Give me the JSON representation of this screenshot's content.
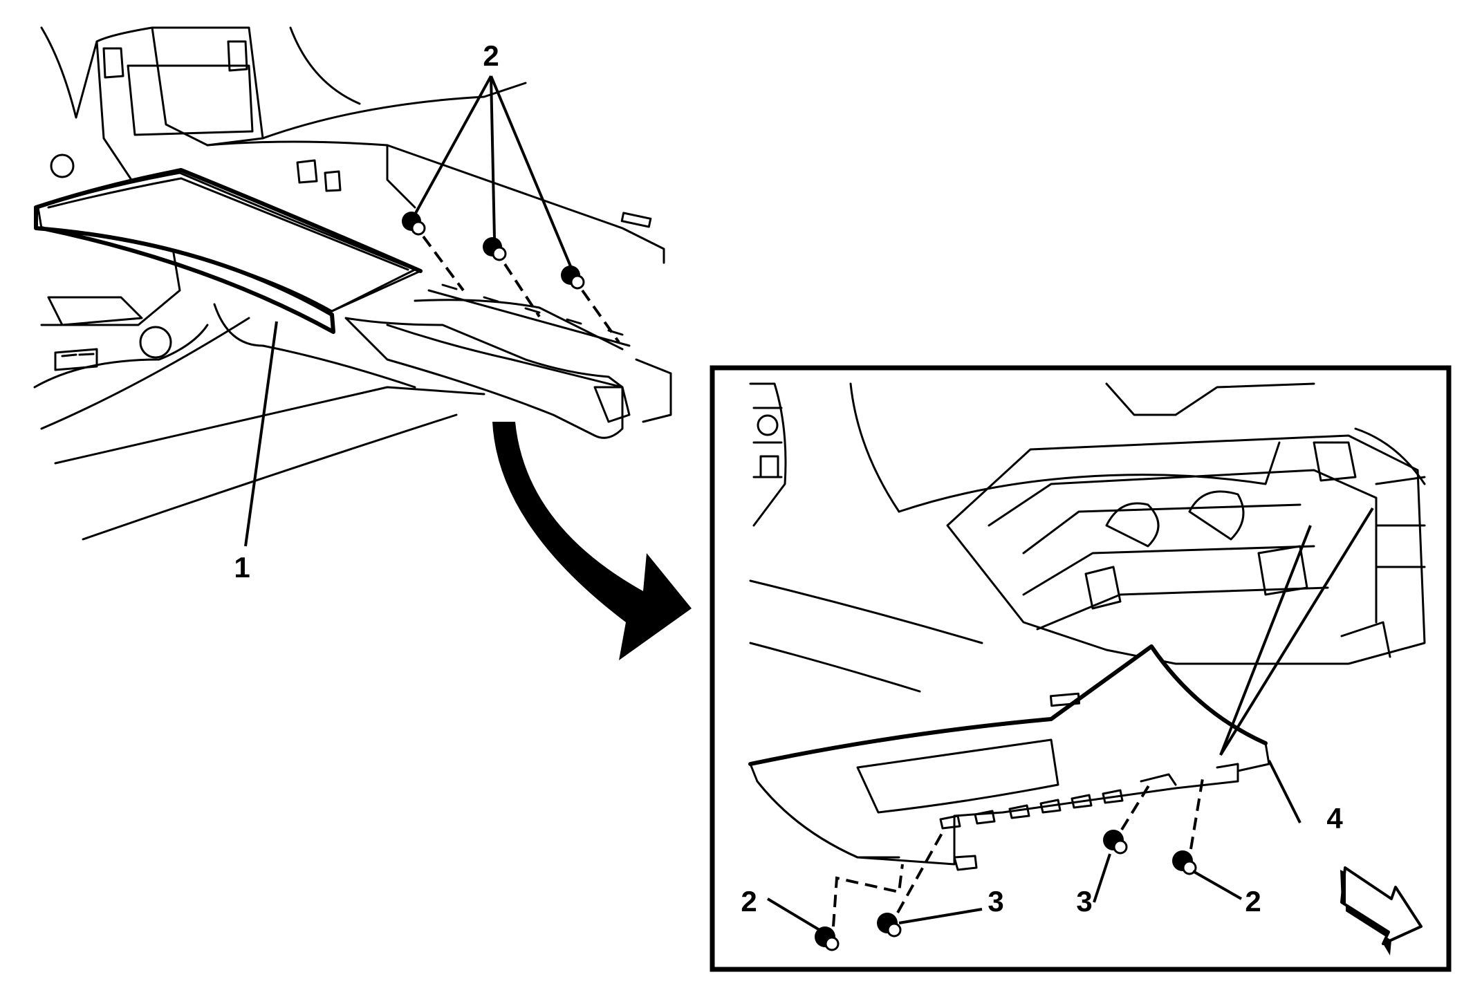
{
  "callouts": {
    "top_2": "2",
    "top_1": "1",
    "inset_4": "4",
    "inset_2_left": "2",
    "inset_3_left": "3",
    "inset_3_right": "3",
    "inset_2_right": "2"
  },
  "colors": {
    "ink": "#000000",
    "paper": "#ffffff"
  },
  "icons": {
    "transition": "curved-arrow-icon",
    "direction": "forward-arrow-icon",
    "fastener": "bolt-icon"
  }
}
